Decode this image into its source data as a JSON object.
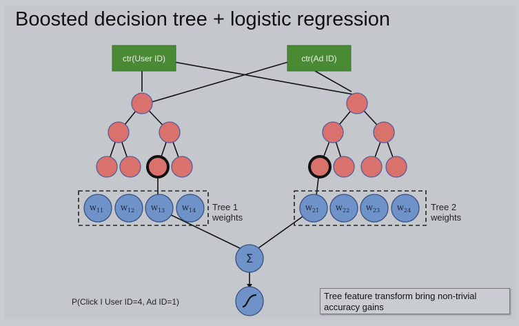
{
  "title": "Boosted decision tree + logistic regression",
  "features": [
    {
      "label": "ctr(User ID)"
    },
    {
      "label": "ctr(Ad ID)"
    }
  ],
  "trees": [
    {
      "name": "Tree 1",
      "weights_label": [
        "Tree 1",
        "weights"
      ],
      "weights": [
        "w",
        "w",
        "w",
        "w"
      ],
      "weight_subscripts": [
        "11",
        "12",
        "13",
        "14"
      ],
      "selected_leaf": 3
    },
    {
      "name": "Tree 2",
      "weights_label": [
        "Tree 2",
        "weights"
      ],
      "weights": [
        "w",
        "w",
        "w",
        "w"
      ],
      "weight_subscripts": [
        "21",
        "22",
        "23",
        "24"
      ],
      "selected_leaf": 1
    }
  ],
  "sum_symbol": "Σ",
  "probability_label": "P(Click I User ID=4, Ad ID=1)",
  "note": "Tree feature transform bring non-trivial accuracy gains",
  "colors": {
    "feature_box": "#4a8a35",
    "tree_node": "#d9716d",
    "weight_node": "#6f93c9",
    "background": "#c4c8cd"
  }
}
